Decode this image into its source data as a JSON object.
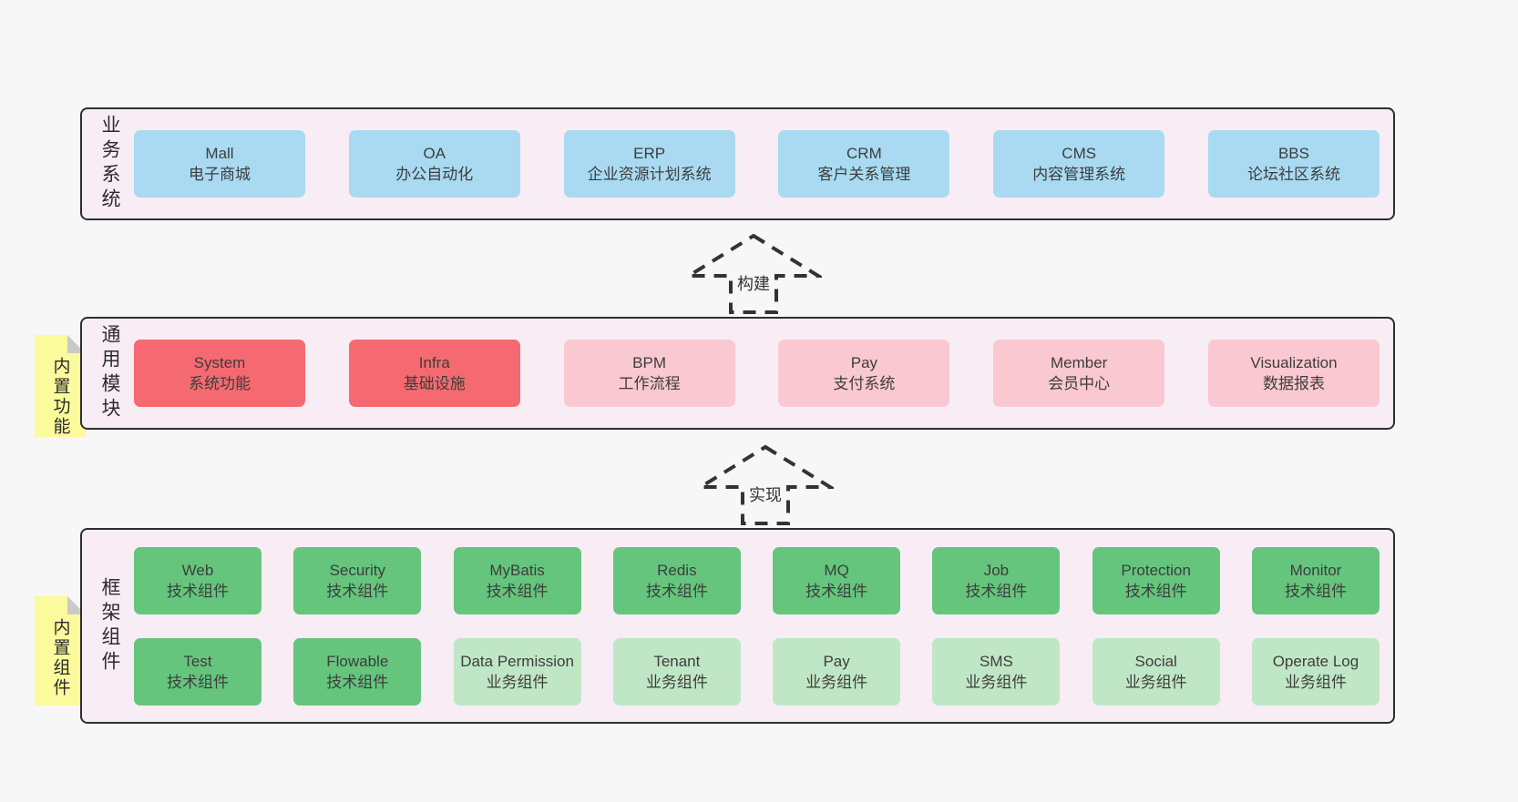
{
  "colors": {
    "page_bg": "#f7f7f7",
    "band_bg": "#f8edf5",
    "band_border": "#2f2f2f",
    "blue_box": "#a9daf2",
    "red_box": "#f56a70",
    "pink_box": "#fac8d1",
    "green_box": "#65c57d",
    "light_green_box": "#c0e7c5",
    "sticky_yellow": "#fbfa9c",
    "sticky_fold_gray": "#c9c9c9",
    "text": "#3d3d3d"
  },
  "arrows": [
    {
      "label": "构建"
    },
    {
      "label": "实现"
    }
  ],
  "bands": [
    {
      "label": "业务系统",
      "sticky": null,
      "rows": [
        [
          {
            "name": "Mall",
            "desc": "电子商城",
            "color": "blue"
          },
          {
            "name": "OA",
            "desc": "办公自动化",
            "color": "blue"
          },
          {
            "name": "ERP",
            "desc": "企业资源计划系统",
            "color": "blue"
          },
          {
            "name": "CRM",
            "desc": "客户关系管理",
            "color": "blue"
          },
          {
            "name": "CMS",
            "desc": "内容管理系统",
            "color": "blue"
          },
          {
            "name": "BBS",
            "desc": "论坛社区系统",
            "color": "blue"
          }
        ]
      ]
    },
    {
      "label": "通用模块",
      "sticky": "内置功能",
      "rows": [
        [
          {
            "name": "System",
            "desc": "系统功能",
            "color": "red"
          },
          {
            "name": "Infra",
            "desc": "基础设施",
            "color": "red"
          },
          {
            "name": "BPM",
            "desc": "工作流程",
            "color": "pink"
          },
          {
            "name": "Pay",
            "desc": "支付系统",
            "color": "pink"
          },
          {
            "name": "Member",
            "desc": "会员中心",
            "color": "pink"
          },
          {
            "name": "Visualization",
            "desc": "数据报表",
            "color": "pink"
          }
        ]
      ]
    },
    {
      "label": "框架组件",
      "sticky": "内置组件",
      "rows": [
        [
          {
            "name": "Web",
            "desc": "技术组件",
            "color": "green"
          },
          {
            "name": "Security",
            "desc": "技术组件",
            "color": "green"
          },
          {
            "name": "MyBatis",
            "desc": "技术组件",
            "color": "green"
          },
          {
            "name": "Redis",
            "desc": "技术组件",
            "color": "green"
          },
          {
            "name": "MQ",
            "desc": "技术组件",
            "color": "green"
          },
          {
            "name": "Job",
            "desc": "技术组件",
            "color": "green"
          },
          {
            "name": "Protection",
            "desc": "技术组件",
            "color": "green"
          },
          {
            "name": "Monitor",
            "desc": "技术组件",
            "color": "green"
          }
        ],
        [
          {
            "name": "Test",
            "desc": "技术组件",
            "color": "green"
          },
          {
            "name": "Flowable",
            "desc": "技术组件",
            "color": "green"
          },
          {
            "name": "Data Permission",
            "desc": "业务组件",
            "color": "lightgreen"
          },
          {
            "name": "Tenant",
            "desc": "业务组件",
            "color": "lightgreen"
          },
          {
            "name": "Pay",
            "desc": "业务组件",
            "color": "lightgreen"
          },
          {
            "name": "SMS",
            "desc": "业务组件",
            "color": "lightgreen"
          },
          {
            "name": "Social",
            "desc": "业务组件",
            "color": "lightgreen"
          },
          {
            "name": "Operate Log",
            "desc": "业务组件",
            "color": "lightgreen"
          }
        ]
      ]
    }
  ]
}
